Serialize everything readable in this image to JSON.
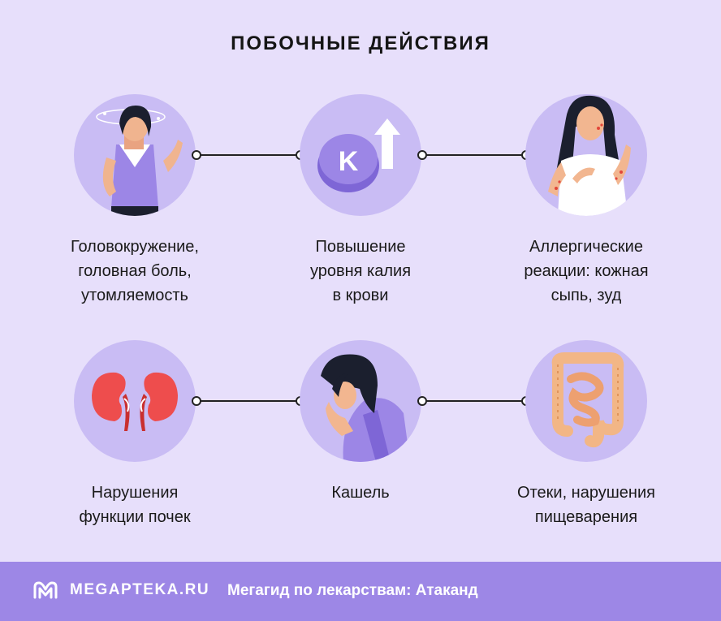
{
  "title": "ПОБОЧНЫЕ ДЕЙСТВИЯ",
  "effects": [
    {
      "line1": "Головокружение,",
      "line2": "головная боль,",
      "line3": "утомляемость",
      "icon": "dizzy-woman-icon"
    },
    {
      "line1": "Повышение",
      "line2": "уровня калия",
      "line3": "в крови",
      "icon": "potassium-increase-icon",
      "badge": "K"
    },
    {
      "line1": "Аллергические",
      "line2": "реакции: кожная",
      "line3": "сыпь, зуд",
      "icon": "itchy-rash-woman-icon"
    },
    {
      "line1": "Нарушения",
      "line2": "функции почек",
      "icon": "kidneys-icon"
    },
    {
      "line1": "Кашель",
      "icon": "coughing-woman-icon"
    },
    {
      "line1": "Отеки, нарушения",
      "line2": "пищеварения",
      "icon": "intestines-icon"
    }
  ],
  "footer": {
    "brand": "MEGAPTEKA.RU",
    "text": "Мегагид по лекарствам: Атаканд"
  },
  "colors": {
    "background": "#e7dffb",
    "circle": "#c9bcf4",
    "footer": "#9d87e6",
    "accent": "#8f74e0"
  }
}
